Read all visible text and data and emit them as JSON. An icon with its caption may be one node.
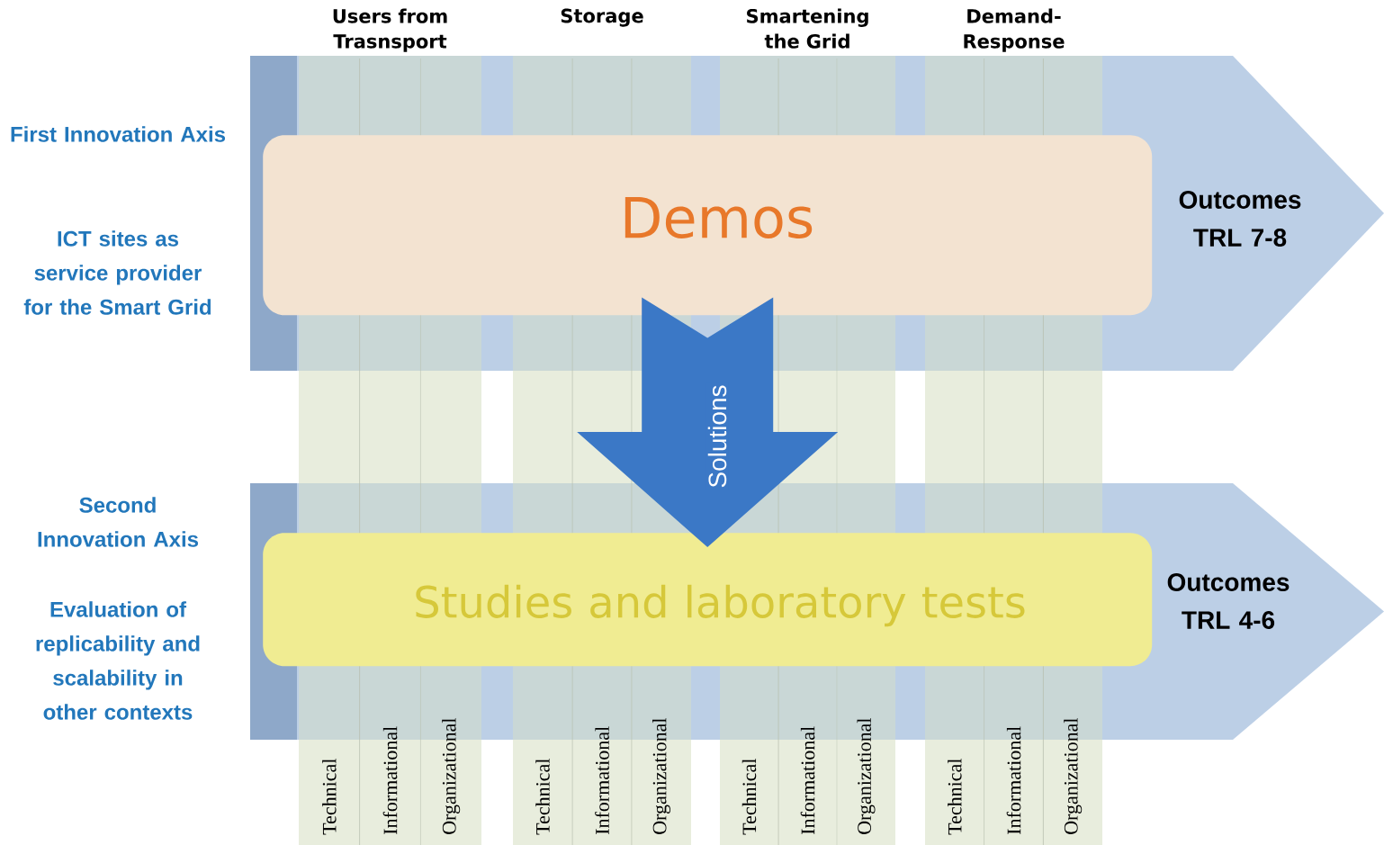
{
  "diagram": {
    "nodes": [
      {
        "text": [
          "Outcomes TRL 7-8"
        ]
      },
      {
        "text": [
          "Demos"
        ],
        "in": 0
      },
      {
        "text": [
          "Outcomes TRL 4-6"
        ]
      },
      {
        "text": [
          "Studies and laboratory tests"
        ],
        "in": 2
      },
      {
        "text": [
          "Users from Trasnsport"
        ]
      },
      {
        "text": [
          "Storage"
        ]
      },
      {
        "text": [
          "Smartening the Grid"
        ]
      },
      {
        "text": [
          "Demand-Response"
        ]
      },
      {
        "text": [
          "Technical"
        ],
        "in": 4
      },
      {
        "text": [
          "Informational"
        ],
        "in": 4
      },
      {
        "text": [
          "Organizational"
        ],
        "in": 4
      },
      {
        "text": [
          "Technical"
        ],
        "in": 5
      },
      {
        "text": [
          "Informational"
        ],
        "in": 5
      },
      {
        "text": [
          "Organizational"
        ],
        "in": 5
      },
      {
        "text": [
          "Technical"
        ],
        "in": 6
      },
      {
        "text": [
          "Informational"
        ],
        "in": 6
      },
      {
        "text": [
          "Organizational"
        ],
        "in": 6
      },
      {
        "text": [
          "Technical"
        ],
        "in": 7
      },
      {
        "text": [
          "Informational"
        ],
        "in": 7
      },
      {
        "text": [
          "Organizational"
        ],
        "in": 7
      }
    ],
    "edges": [
      {
        "from": 1,
        "to": 3,
        "arrow": "to",
        "label": "Solutions",
        "style": "thick"
      }
    ],
    "labels": [
      "First Innovation Axis",
      "ICT sites as service provider for the Smart Grid",
      "Second Innovation Axis",
      "Evaluation of replicability and scalability in other contexts"
    ]
  }
}
